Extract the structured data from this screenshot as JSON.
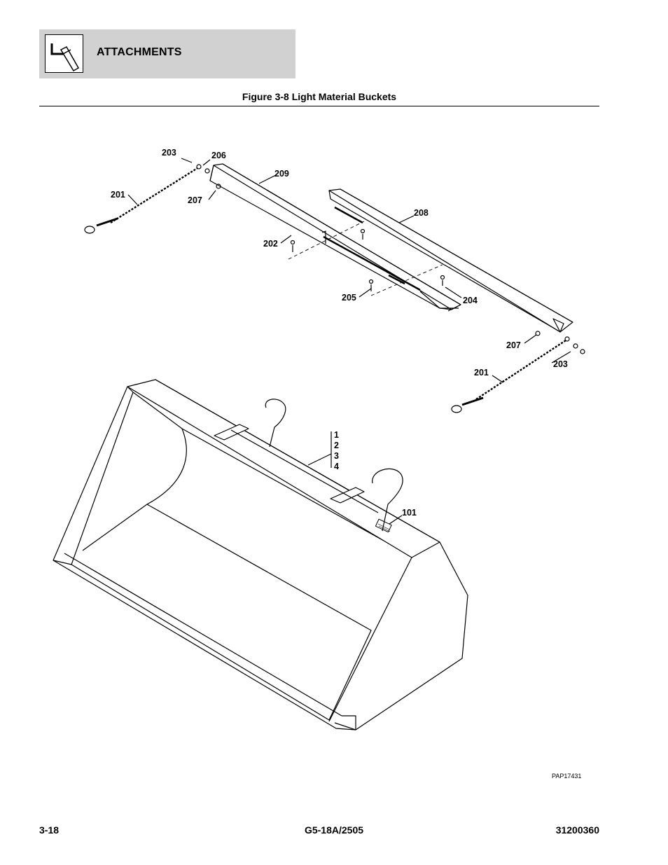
{
  "header": {
    "section_title": "ATTACHMENTS",
    "icon": "bucket-attachment-icon"
  },
  "figure": {
    "title": "Figure 3-8 Light Material Buckets",
    "drawing_ref": "PAP17431"
  },
  "callouts": {
    "c203a": "203",
    "c206": "206",
    "c209": "209",
    "c201a": "201",
    "c207a": "207",
    "c208": "208",
    "c202": "202",
    "c205": "205",
    "c204": "204",
    "c207b": "207",
    "c203b": "203",
    "c201b": "201",
    "c1": "1",
    "c2": "2",
    "c3": "3",
    "c4": "4",
    "c101": "101"
  },
  "footer": {
    "page_number": "3-18",
    "model": "G5-18A/2505",
    "manual_number": "31200360"
  }
}
